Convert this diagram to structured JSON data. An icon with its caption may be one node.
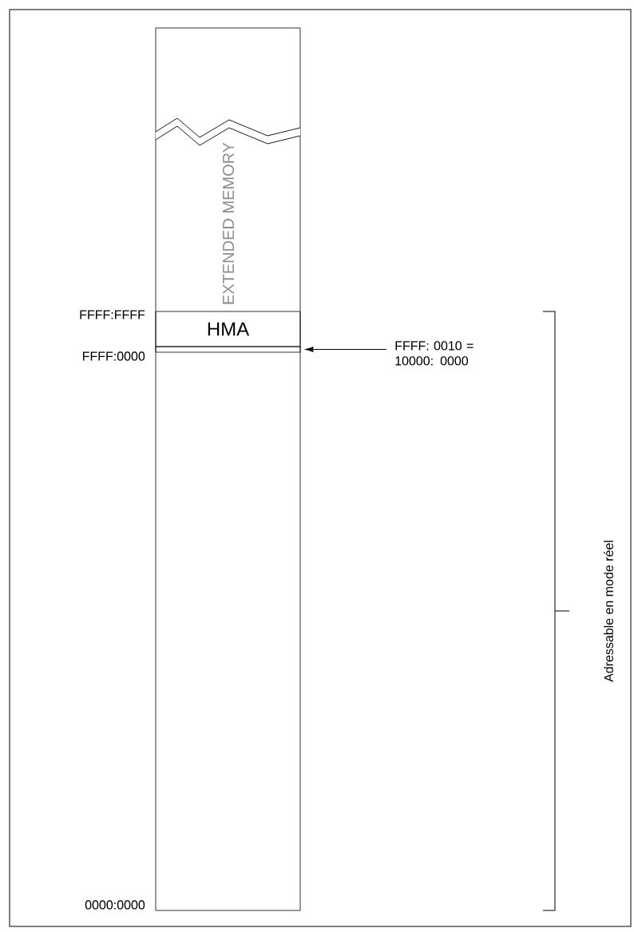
{
  "diagram": {
    "nodes": [
      {
        "text": [
          "EXTENDED MEMORY"
        ]
      },
      {
        "text": [
          "HMA"
        ],
        "in": 0
      },
      {
        "text": [],
        "shape": "bar",
        "in": 0
      },
      {
        "text": [
          "FFFF: 0010 = 10000: 0000"
        ]
      }
    ],
    "edges": [
      {
        "from": 3,
        "to": 2,
        "arrow": "to"
      }
    ],
    "labels": [
      "FFFF:FFFF",
      "FFFF:0000",
      "0000:0000",
      "Adressable en mode réel"
    ]
  }
}
